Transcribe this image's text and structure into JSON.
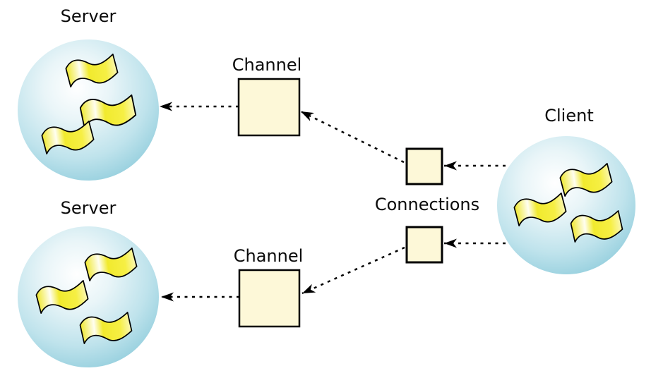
{
  "nodes": {
    "server_top": {
      "label": "Server",
      "type": "sphere"
    },
    "server_bottom": {
      "label": "Server",
      "type": "sphere"
    },
    "client": {
      "label": "Client",
      "type": "sphere"
    },
    "channel_top": {
      "label": "Channel",
      "type": "box"
    },
    "channel_bottom": {
      "label": "Channel",
      "type": "box"
    },
    "connections": {
      "label": "Connections",
      "type": "box-pair"
    }
  },
  "edges": [
    {
      "from": "channel_top",
      "to": "server_top",
      "style": "dashed-arrow"
    },
    {
      "from": "connection_top",
      "to": "channel_top",
      "style": "dashed-arrow"
    },
    {
      "from": "client",
      "to": "connection_top",
      "style": "dashed-arrow"
    },
    {
      "from": "client",
      "to": "connection_bottom",
      "style": "dashed-arrow"
    },
    {
      "from": "connection_bottom",
      "to": "channel_bottom",
      "style": "dashed-arrow"
    },
    {
      "from": "channel_bottom",
      "to": "server_bottom",
      "style": "dashed-arrow"
    }
  ],
  "icons": {
    "sphere_content": "message-flag-icon",
    "flags_per_sphere": 3
  },
  "colors": {
    "background": "#ffffff",
    "box_fill": "#fdf8d8",
    "box_border": "#000000",
    "arrow": "#000000",
    "label_text": "#0a0a0a",
    "sphere_rim": "#8ccada",
    "sphere_mid": "#b9e0ea",
    "sphere_highlight": "#ffffff",
    "flag_yellow": "#f2ea30",
    "flag_sheen": "#fffef0",
    "flag_outline": "#000000"
  }
}
